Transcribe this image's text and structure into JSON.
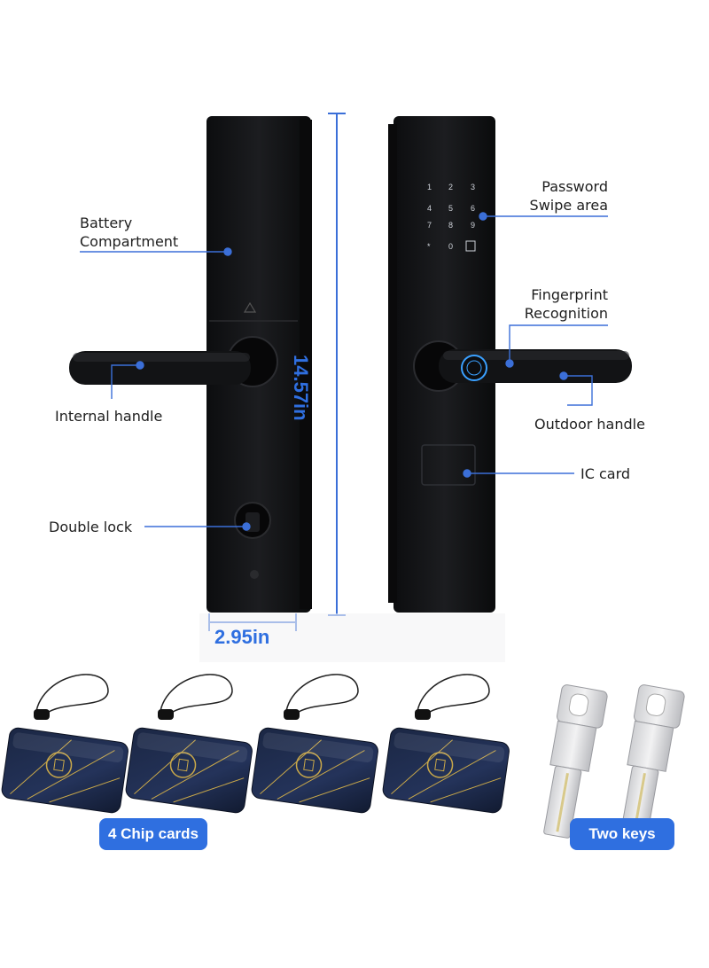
{
  "labels": {
    "battery": "Battery\nCompartment",
    "internal_handle": "Internal handle",
    "double_lock": "Double lock",
    "password": "Password\nSwipe area",
    "fingerprint": "Fingerprint\nRecognition",
    "outdoor_handle": "Outdoor handle",
    "ic_card": "IC card"
  },
  "dimensions": {
    "height": "14.57in",
    "width": "2.95in"
  },
  "keypad": [
    "1",
    "2",
    "3",
    "4",
    "5",
    "6",
    "7",
    "8",
    "9",
    "*",
    "0"
  ],
  "badges": {
    "cards": "4 Chip cards",
    "keys": "Two keys"
  },
  "colors": {
    "accent": "#2f6fe0",
    "lock_body": "#151618",
    "card": "#1d2a4a"
  }
}
